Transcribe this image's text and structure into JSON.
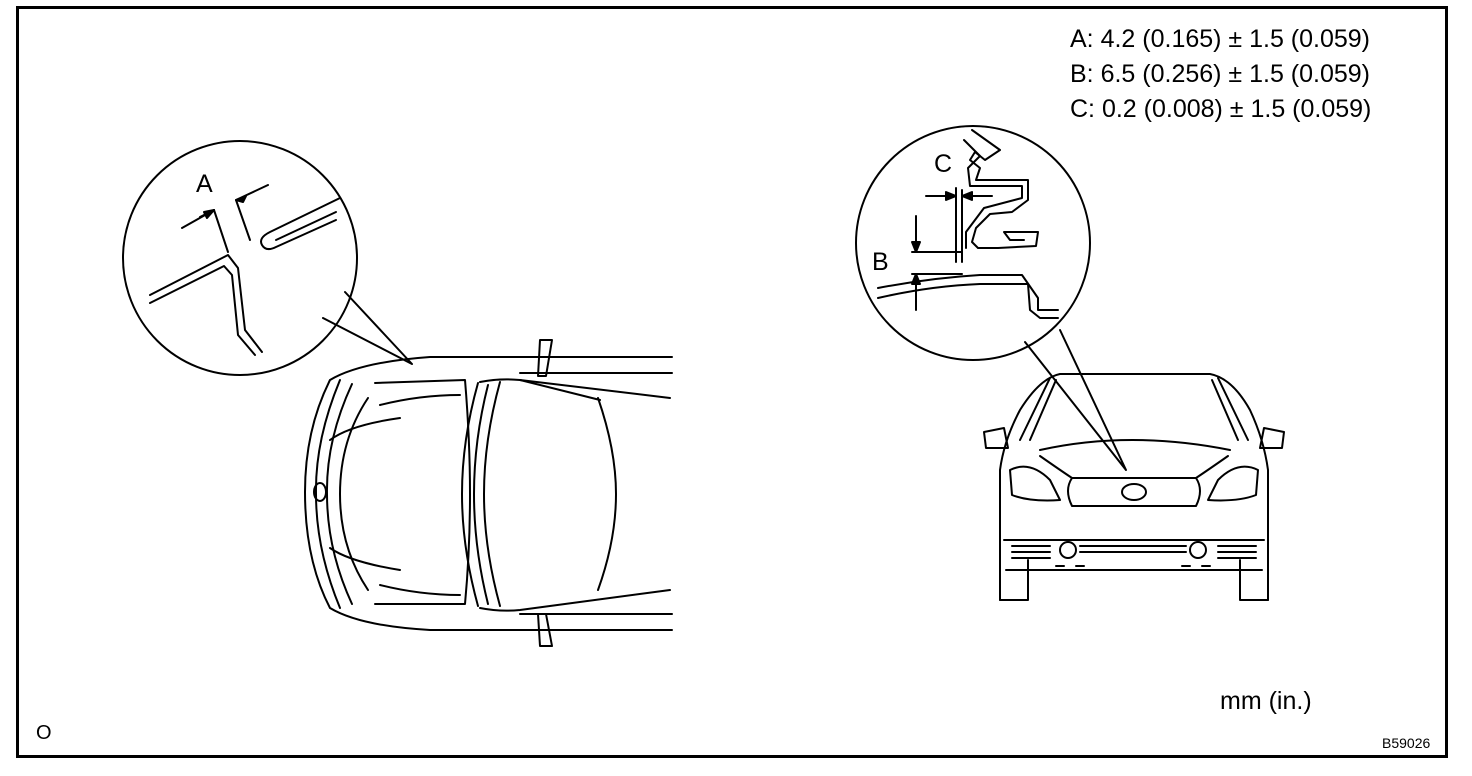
{
  "specifications": [
    {
      "key": "A",
      "text": "A: 4.2 (0.165) ± 1.5 (0.059)"
    },
    {
      "key": "B",
      "text": "B: 6.5 (0.256)  ± 1.5 (0.059)"
    },
    {
      "key": "C",
      "text": "C: 0.2 (0.008) ± 1.5 (0.059)"
    }
  ],
  "callouts": {
    "a": "A",
    "b": "B",
    "c": "C"
  },
  "units": "mm (in.)",
  "corner_mark": "O",
  "figure_id": "B59026",
  "colors": {
    "line": "#000000",
    "background": "#ffffff"
  }
}
